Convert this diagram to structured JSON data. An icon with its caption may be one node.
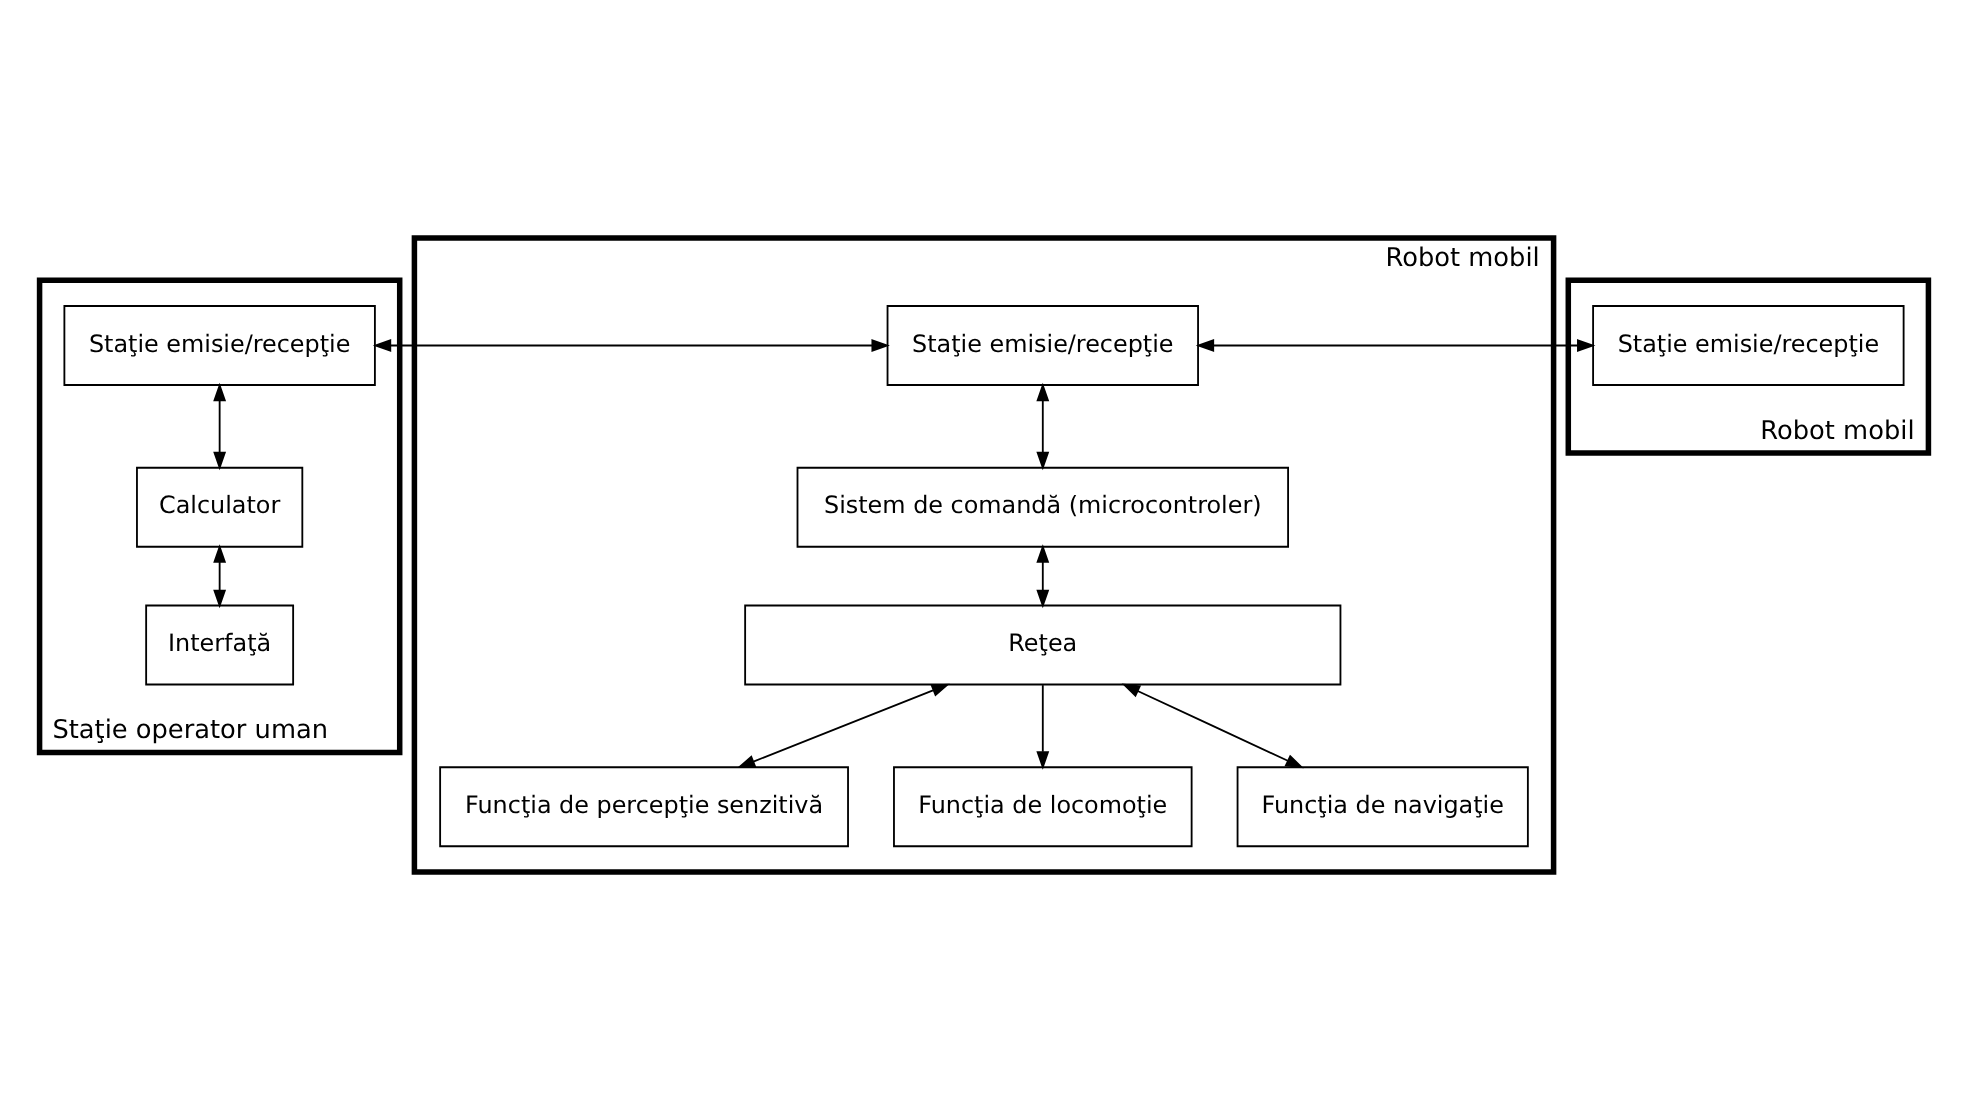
{
  "diagram": {
    "nodes": [
      {
        "text": [
          "Staţie operator uman"
        ]
      },
      {
        "text": [
          "Staţie emisie/recepţie"
        ],
        "in": 0
      },
      {
        "text": [
          "Calculator"
        ],
        "in": 0
      },
      {
        "text": [
          "Interfaţă"
        ],
        "in": 0
      },
      {
        "text": [
          "Robot mobil"
        ]
      },
      {
        "text": [
          "Staţie emisie/recepţie"
        ],
        "in": 4
      },
      {
        "text": [
          "Sistem de comandă (microcontroler)"
        ],
        "in": 4
      },
      {
        "text": [
          "Reţea"
        ],
        "in": 4
      },
      {
        "text": [
          "Funcţia de percepţie senzitivă"
        ],
        "in": 4
      },
      {
        "text": [
          "Funcţia de locomoţie"
        ],
        "in": 4
      },
      {
        "text": [
          "Funcţia de navigaţie"
        ],
        "in": 4
      },
      {
        "text": [
          "Robot mobil"
        ]
      },
      {
        "text": [
          "Staţie emisie/recepţie"
        ],
        "in": 11
      }
    ],
    "edges": [
      {
        "from": 1,
        "to": 5,
        "arrow": "both"
      },
      {
        "from": 5,
        "to": 12,
        "arrow": "both"
      },
      {
        "from": 1,
        "to": 2,
        "arrow": "both"
      },
      {
        "from": 2,
        "to": 3,
        "arrow": "both"
      },
      {
        "from": 5,
        "to": 6,
        "arrow": "both"
      },
      {
        "from": 6,
        "to": 7,
        "arrow": "both"
      },
      {
        "from": 7,
        "to": 8,
        "arrow": "both"
      },
      {
        "from": 7,
        "to": 9,
        "arrow": "to"
      },
      {
        "from": 7,
        "to": 10,
        "arrow": "both"
      }
    ]
  }
}
